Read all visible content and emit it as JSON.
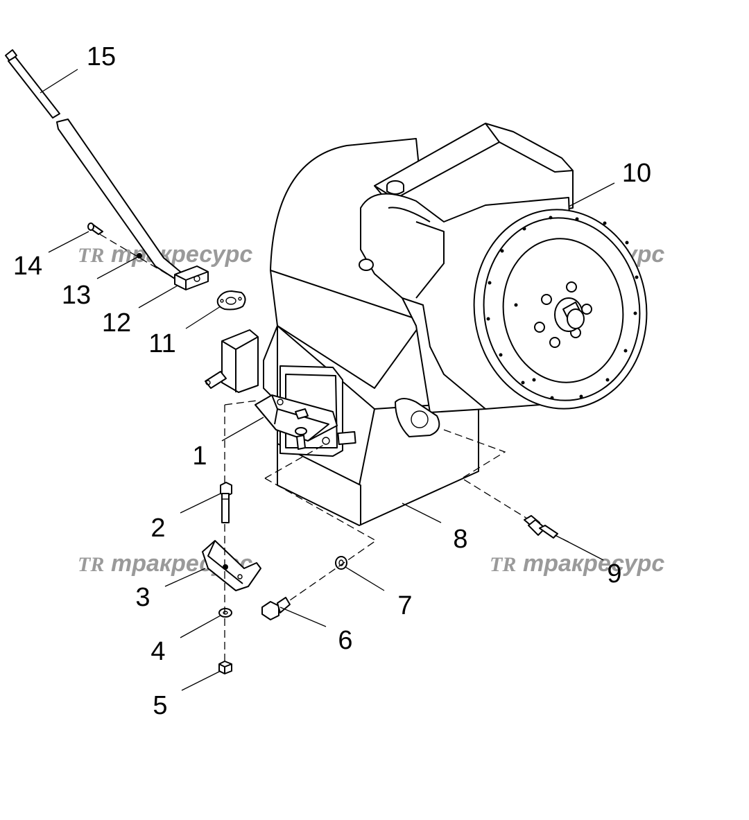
{
  "diagram": {
    "background": "#ffffff",
    "line_color": "#000000",
    "watermark_color": "#9a9a9a"
  },
  "callouts": [
    "1",
    "2",
    "3",
    "4",
    "5",
    "6",
    "7",
    "8",
    "9",
    "10",
    "11",
    "12",
    "13",
    "14",
    "15"
  ],
  "watermarks": [
    {
      "logo": "TR",
      "text": "тракресурс"
    },
    {
      "logo": "TR",
      "text": "тракресурс"
    },
    {
      "logo": "TR",
      "text": "тракресурс"
    },
    {
      "logo": "TR",
      "text": "тракресурс"
    }
  ]
}
